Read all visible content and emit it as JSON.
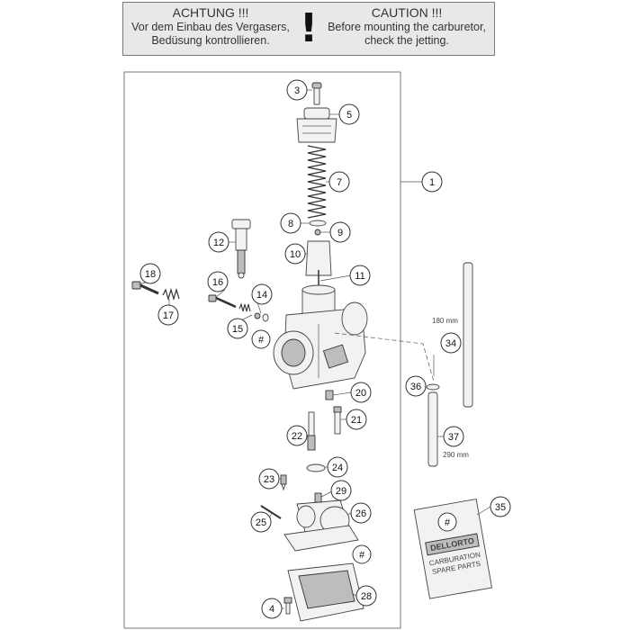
{
  "warning": {
    "de_title": "ACHTUNG !!!",
    "de_line1": "Vor dem Einbau des Vergasers,",
    "de_line2": "Bedüsung kontrollieren.",
    "symbol": "!",
    "en_title": "CAUTION !!!",
    "en_line1": "Before mounting the carburetor,",
    "en_line2": "check the jetting."
  },
  "callouts": {
    "c1": "1",
    "c3": "3",
    "c4": "4",
    "c5": "5",
    "c7": "7",
    "c8": "8",
    "c9": "9",
    "c10": "10",
    "c11": "11",
    "c12": "12",
    "c14": "14",
    "c15": "15",
    "c16": "16",
    "c17": "17",
    "c18": "18",
    "c20": "20",
    "c21": "21",
    "c22": "22",
    "c23": "23",
    "c24": "24",
    "c25": "25",
    "c26": "26",
    "c28": "28",
    "c29": "29",
    "c34": "34",
    "c35": "35",
    "c36": "36",
    "c37": "37",
    "hash_a": "#",
    "hash_b": "#",
    "hash_c": "#"
  },
  "dimensions": {
    "hose_short": "180 mm",
    "hose_long": "290 mm"
  },
  "kit": {
    "hash": "#",
    "brand": "DELLORTO",
    "label": "CARBURATION",
    "sub": "SPARE PARTS"
  }
}
